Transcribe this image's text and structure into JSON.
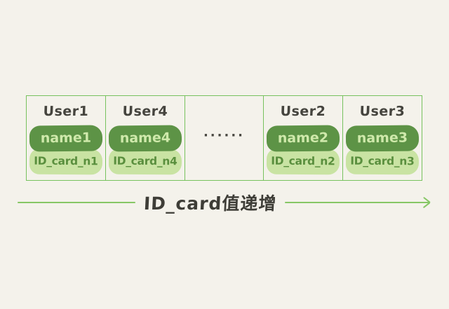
{
  "colors": {
    "background": "#f4f2eb",
    "border_green": "#77c25e",
    "badge_dark": "#5d9346",
    "badge_dark_text": "#cfe9ab",
    "badge_light": "#c9e3a3",
    "badge_light_text": "#5a8f3e",
    "heading_text": "#45443e",
    "arrow_green": "#86c765"
  },
  "table": {
    "cells": [
      {
        "type": "user",
        "title": "User1",
        "name": "name1",
        "id_card": "ID_card_n1"
      },
      {
        "type": "user",
        "title": "User4",
        "name": "name4",
        "id_card": "ID_card_n4"
      },
      {
        "type": "ellipsis",
        "dots": "······"
      },
      {
        "type": "user",
        "title": "User2",
        "name": "name2",
        "id_card": "ID_card_n2"
      },
      {
        "type": "user",
        "title": "User3",
        "name": "name3",
        "id_card": "ID_card_n3"
      }
    ]
  },
  "arrow": {
    "label": "ID_card值递增"
  }
}
